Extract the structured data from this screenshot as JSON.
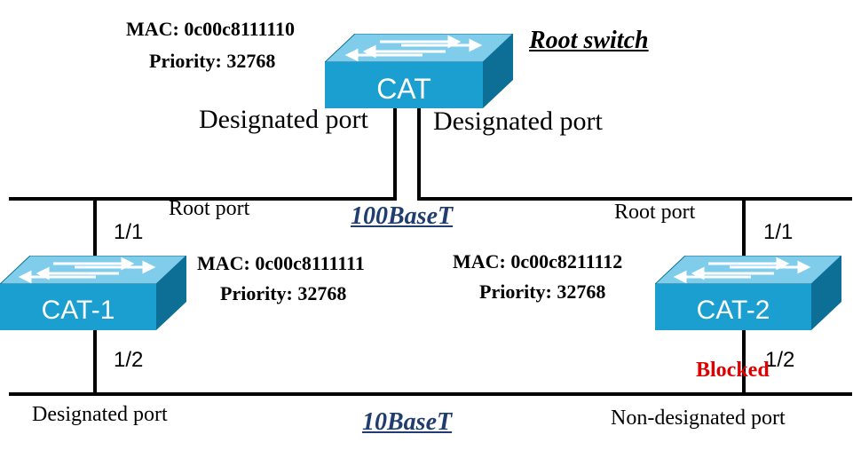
{
  "root_switch": {
    "name": "CAT",
    "title": "Root switch",
    "mac": "MAC: 0c00c8111110",
    "priority": "Priority: 32768",
    "left_port": "Designated port",
    "right_port": "Designated port"
  },
  "cat1": {
    "name": "CAT-1",
    "mac": "MAC: 0c00c8111111",
    "priority": "Priority: 32768",
    "top_port_role": "Root port",
    "top_port_id": "1/1",
    "bottom_port_id": "1/2",
    "bottom_port_role": "Designated port"
  },
  "cat2": {
    "name": "CAT-2",
    "mac": "MAC: 0c00c8211112",
    "priority": "Priority: 32768",
    "top_port_role": "Root port",
    "top_port_id": "1/1",
    "bottom_port_id": "1/2",
    "bottom_port_status": "Blocked",
    "bottom_port_role": "Non-designated port"
  },
  "segments": {
    "top": "100BaseT",
    "bottom": "10BaseT"
  },
  "colors": {
    "switch_front": "#1a9fd0",
    "switch_top": "#7fcdea",
    "switch_side": "#0d6f95",
    "blocked": "#e00000",
    "segment_label": "#1f3d6e"
  }
}
